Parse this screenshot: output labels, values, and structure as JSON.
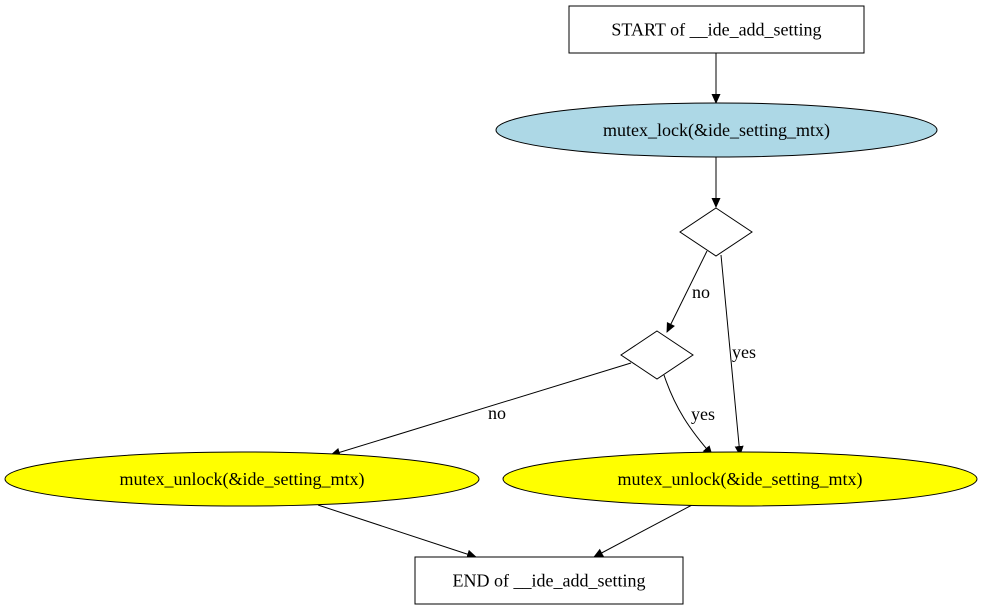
{
  "colors": {
    "lock_fill": "#add8e6",
    "unlock_fill": "#ffff00",
    "box_fill": "#ffffff",
    "decision_fill": "#ffffff",
    "stroke": "#000000"
  },
  "nodes": {
    "start": {
      "label": "START of __ide_add_setting"
    },
    "lock": {
      "label": "mutex_lock(&ide_setting_mtx)"
    },
    "decision1": {
      "label": ""
    },
    "decision2": {
      "label": ""
    },
    "unlock_left": {
      "label": "mutex_unlock(&ide_setting_mtx)"
    },
    "unlock_right": {
      "label": "mutex_unlock(&ide_setting_mtx)"
    },
    "end": {
      "label": "END of __ide_add_setting"
    }
  },
  "edges": {
    "d1_no": {
      "label": "no"
    },
    "d1_yes": {
      "label": "yes"
    },
    "d2_no": {
      "label": "no"
    },
    "d2_yes": {
      "label": "yes"
    }
  }
}
